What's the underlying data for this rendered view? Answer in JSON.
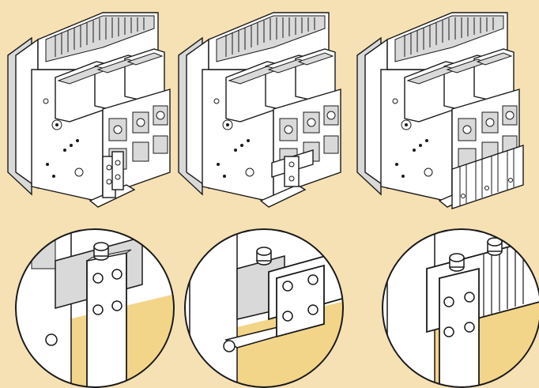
{
  "figure": {
    "background": "#f6e1b4",
    "ink": "#1a1a1a",
    "body_fill": "#ffffff",
    "shade_fill": "#d9d9d9",
    "cutaway_fill": "#f3d58a",
    "panels": [
      {
        "id": "a",
        "connection": "vertical-rear-terminal",
        "icon": "breaker-vertical-terminal-icon"
      },
      {
        "id": "b",
        "connection": "horizontal-rear-terminal",
        "icon": "breaker-horizontal-terminal-icon"
      },
      {
        "id": "c",
        "connection": "flat-busbar-terminal",
        "icon": "breaker-flat-terminal-icon"
      }
    ]
  }
}
